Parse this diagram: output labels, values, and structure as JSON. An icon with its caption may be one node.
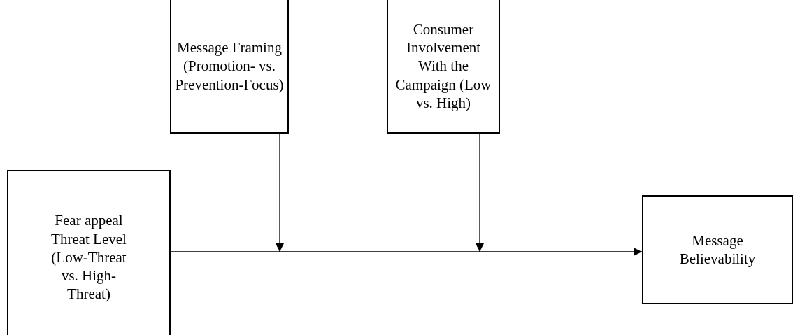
{
  "diagram": {
    "nodes": [
      {
        "text": [
          "Fear appeal Threat Level (Low-Threat vs. High-Threat)"
        ]
      },
      {
        "text": [
          "Message Framing (Promotion- vs. Prevention-Focus)"
        ]
      },
      {
        "text": [
          "Consumer Involvement With the Campaign (Low vs. High)"
        ]
      },
      {
        "text": [
          "Message Believability"
        ]
      }
    ],
    "edges": [
      {
        "from": 0,
        "to": 3,
        "arrow": "to"
      },
      {
        "from": 1,
        "to": null,
        "arrow": "to"
      },
      {
        "from": 2,
        "to": null,
        "arrow": "to"
      }
    ]
  }
}
